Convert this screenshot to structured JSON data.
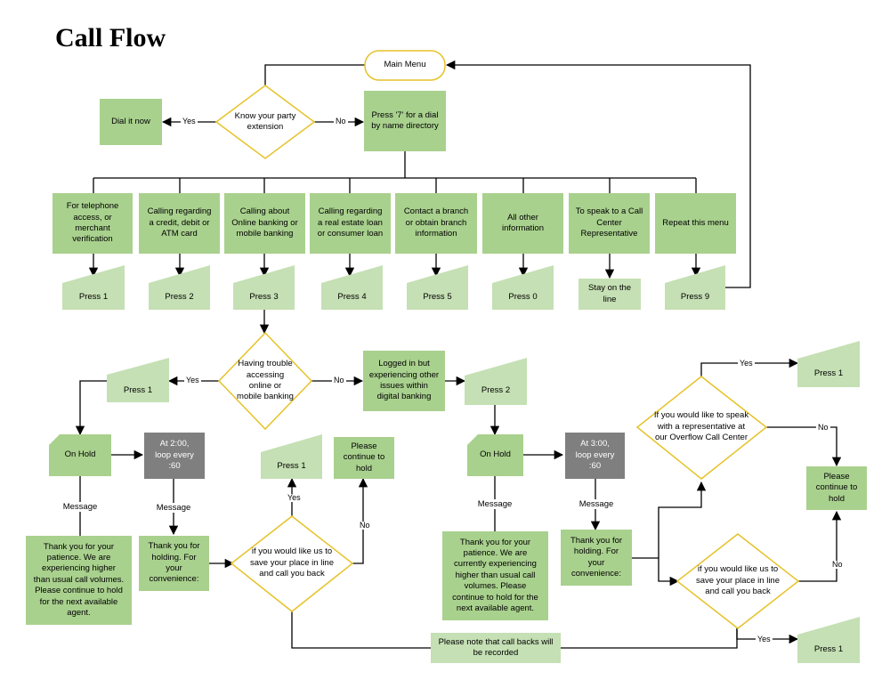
{
  "title": "Call Flow",
  "main_menu": "Main Menu",
  "dial_it_now": "Dial it now",
  "know_extension": "Know your party extension",
  "press7": "Press '7' for a dial by name directory",
  "yes": "Yes",
  "no": "No",
  "message": "Message",
  "options": [
    {
      "text": "For telephone access, or merchant verification",
      "press": "Press 1"
    },
    {
      "text": "Calling regarding a credit, debit or ATM card",
      "press": "Press 2"
    },
    {
      "text": "Calling about Online banking or mobile banking",
      "press": "Press 3"
    },
    {
      "text": "Calling regarding a real estate loan or consumer loan",
      "press": "Press 4"
    },
    {
      "text": "Contact a branch or obtain branch information",
      "press": "Press 5"
    },
    {
      "text": "All other information",
      "press": "Press 0"
    },
    {
      "text": "To speak to a Call Center Representative",
      "press": "Stay on the line"
    },
    {
      "text": "Repeat this menu",
      "press": "Press 9"
    }
  ],
  "trouble": "Having trouble accessing online or mobile banking",
  "logged_in": "Logged in but experiencing other issues within digital banking",
  "press1": "Press 1",
  "press2": "Press 2",
  "on_hold": "On Hold",
  "loop_left": "At 2:00, loop every :60",
  "loop_right": "At 3:00, loop every :60",
  "thank_patience": "Thank you for your patience. We are experiencing higher than usual call volumes. Please continue to hold for the next available agent.",
  "thank_patience_right": "Thank you for your patience. We are currently experiencing higher than usual call volumes. Please continue to hold for the next available agent.",
  "thank_holding": "Thank you for holding. For your convenience:",
  "callback": "if you would like us to save your place in line and call you back",
  "please_hold": "Please continue to hold",
  "overflow": "If you would like to speak with a representative at our Overflow Call Center",
  "recorded": "Please note that call backs will be recorded"
}
